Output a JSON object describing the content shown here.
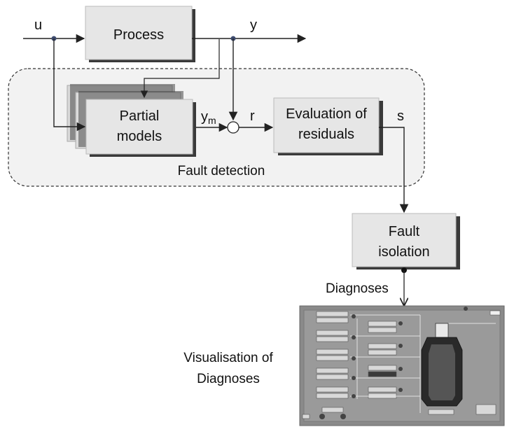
{
  "signals": {
    "u": "u",
    "y": "y",
    "ym_base": "y",
    "ym_sub": "m",
    "r": "r",
    "s": "s"
  },
  "blocks": {
    "process": "Process",
    "partial_models_line1": "Partial",
    "partial_models_line2": "models",
    "evaluation_line1": "Evaluation of",
    "evaluation_line2": "residuals",
    "fault_isolation_line1": "Fault",
    "fault_isolation_line2": "isolation"
  },
  "groups": {
    "fault_detection": "Fault detection"
  },
  "outputs": {
    "diagnoses": "Diagnoses",
    "visualisation_line1": "Visualisation of",
    "visualisation_line2": "Diagnoses"
  },
  "colors": {
    "block_fill": "#e6e6e6",
    "block_shadow": "#3a3a3a",
    "group_fill": "#f2f2f2",
    "line": "#222222",
    "screenshot_bg": "#8a8a8a"
  }
}
